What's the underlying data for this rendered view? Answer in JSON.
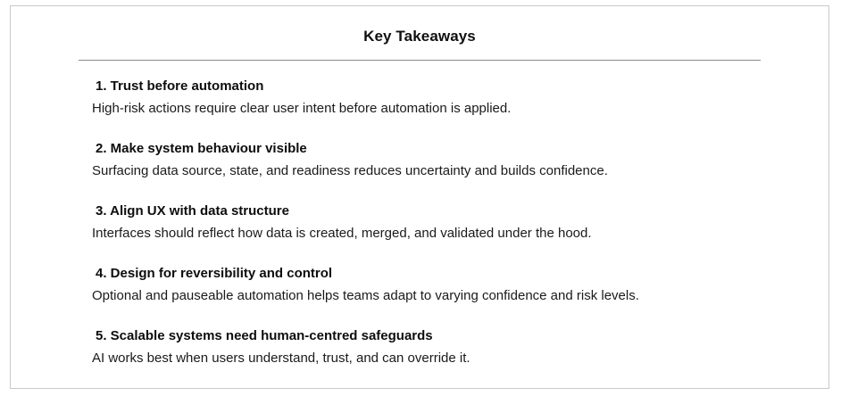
{
  "card": {
    "title": "Key Takeaways",
    "divider": true,
    "border_color": "#c9c9c9",
    "divider_color": "#8a8a8a",
    "background": "#ffffff",
    "text_color": "#1a1a1a"
  },
  "takeaways": [
    {
      "heading": "1. Trust before automation",
      "body": "High-risk actions require clear user intent before automation is applied."
    },
    {
      "heading": "2. Make system behaviour visible",
      "body": "Surfacing data source, state, and readiness reduces uncertainty and builds confidence."
    },
    {
      "heading": "3. Align UX with data structure",
      "body": "Interfaces should reflect how data is created, merged, and validated under the hood."
    },
    {
      "heading": "4. Design for reversibility and control",
      "body": "Optional and pauseable automation helps teams adapt to varying confidence and risk levels."
    },
    {
      "heading": "5. Scalable systems need human-centred safeguards",
      "body": "AI works best when users understand, trust, and can override it."
    }
  ]
}
